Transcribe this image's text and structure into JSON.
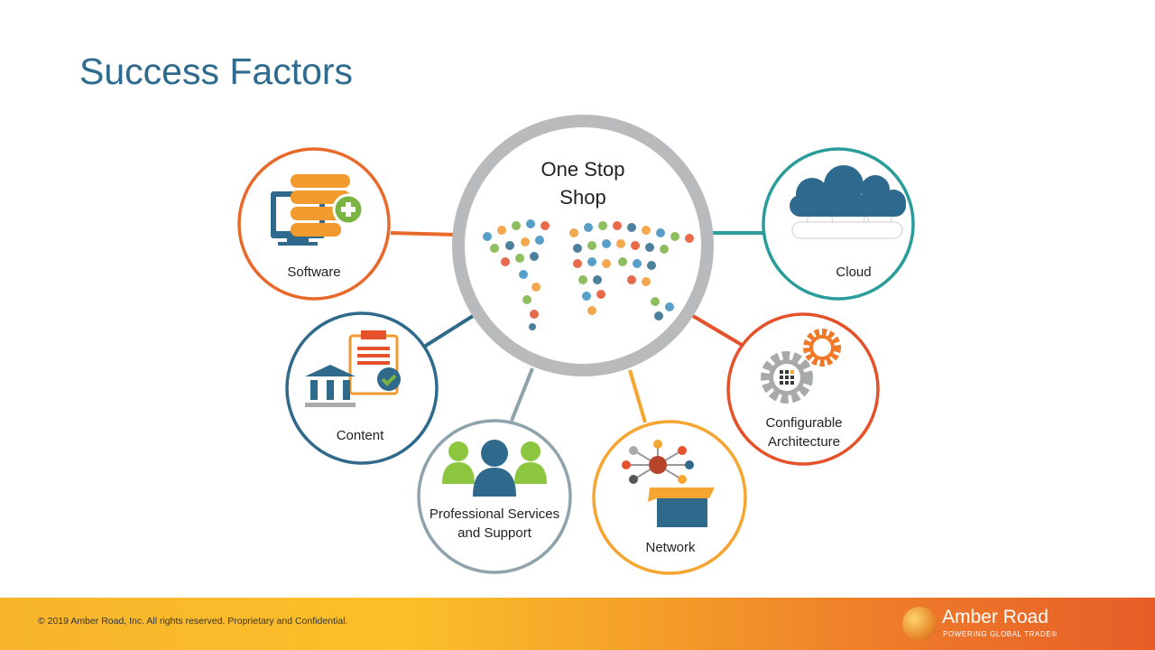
{
  "slide": {
    "title": "Success Factors"
  },
  "center": {
    "line1": "One Stop",
    "line2": "Shop",
    "icon": "world-map-icons"
  },
  "factors": [
    {
      "label": "Software",
      "icon": "server-monitor-plus-icon",
      "color": "#e8692a"
    },
    {
      "label": "Cloud",
      "icon": "cloud-icon",
      "color": "#2a9d9a"
    },
    {
      "label": "Content",
      "icon": "bank-clipboard-check-icon",
      "color": "#2f6a8c"
    },
    {
      "label": "Configurable",
      "label2": "Architecture",
      "icon": "gears-icon",
      "color": "#e4512b"
    },
    {
      "label": "Professional Services",
      "label2": "and Support",
      "icon": "people-group-icon",
      "color": "#8fa3ac"
    },
    {
      "label": "Network",
      "icon": "network-box-icon",
      "color": "#f5a532"
    }
  ],
  "footer": {
    "copyright": "© 2019 Amber Road, Inc. All rights reserved. Proprietary and Confidential.",
    "logo_name": "Amber Road",
    "logo_tagline": "POWERING GLOBAL TRADE®"
  }
}
